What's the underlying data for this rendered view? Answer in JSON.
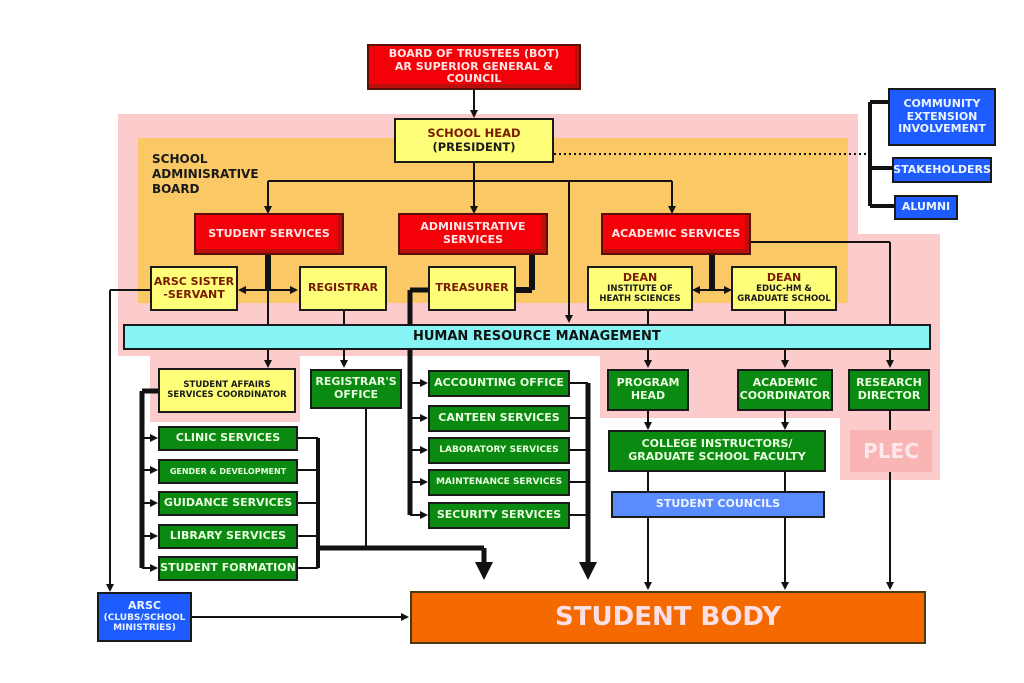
{
  "title": "School Organizational Chart",
  "groups": {
    "school_administrative_board": "SCHOOL ADMINISRATIVE BOARD",
    "plec": "PLEC"
  },
  "governance": {
    "board": [
      "BOARD OF TRUSTEES (BOT)",
      "AR SUPERIOR GENERAL & COUNCIL"
    ],
    "school_head": [
      "SCHOOL HEAD",
      "(PRESIDENT)"
    ]
  },
  "external": {
    "community": [
      "COMMUNITY",
      "EXTENSION",
      "INVOLVEMENT"
    ],
    "stakeholders": "STAKEHOLDERS",
    "alumni": "ALUMNI"
  },
  "services": {
    "student": "STUDENT SERVICES",
    "administrative": [
      "ADMINISTRATIVE",
      "SERVICES"
    ],
    "academic": "ACADEMIC SERVICES"
  },
  "officers": {
    "arsc_sister": [
      "ARSC SISTER",
      "-SERVANT"
    ],
    "registrar": "REGISTRAR",
    "treasurer": "TREASURER",
    "dean_health": {
      "title": "DEAN",
      "lines": [
        "INSTITUTE OF",
        "HEATH SCIENCES"
      ]
    },
    "dean_educ": {
      "title": "DEAN",
      "lines": [
        "EDUC-HM &",
        "GRADUATE SCHOOL"
      ]
    }
  },
  "hrm": "HUMAN RESOURCE MANAGEMENT",
  "student_affairs": {
    "coordinator": [
      "STUDENT AFFAIRS",
      "SERVICES COORDINATOR"
    ],
    "units": [
      "CLINIC SERVICES",
      "GENDER & DEVELOPMENT",
      "GUIDANCE SERVICES",
      "LIBRARY SERVICES",
      "STUDENT FORMATION"
    ]
  },
  "registrars_office": [
    "REGISTRAR'S",
    "OFFICE"
  ],
  "admin_units": [
    "ACCOUNTING OFFICE",
    "CANTEEN SERVICES",
    "LABORATORY SERVICES",
    "MAINTENANCE SERVICES",
    "SECURITY SERVICES"
  ],
  "academic_units": {
    "program_head": [
      "PROGRAM",
      "HEAD"
    ],
    "academic_coordinator": [
      "ACADEMIC",
      "COORDINATOR"
    ],
    "research_director": [
      "RESEARCH",
      "DIRECTOR"
    ],
    "faculty": [
      "COLLEGE INSTRUCTORS/",
      "GRADUATE SCHOOL FACULTY"
    ],
    "student_councils": "STUDENT COUNCILS"
  },
  "arsc_clubs": [
    "ARSC",
    "(CLUBS/SCHOOL",
    "MINISTRIES)"
  ],
  "student_body": "STUDENT BODY",
  "colors": {
    "governance_red": "#f40008",
    "officer_yellow": "#fefe78",
    "unit_green": "#0a8a10",
    "external_blue": "#1e5cff",
    "hrm_cyan": "#86f4f4",
    "student_body_orange": "#f56a00",
    "board_region": "#fac864",
    "pink_region": "#fccccc"
  }
}
